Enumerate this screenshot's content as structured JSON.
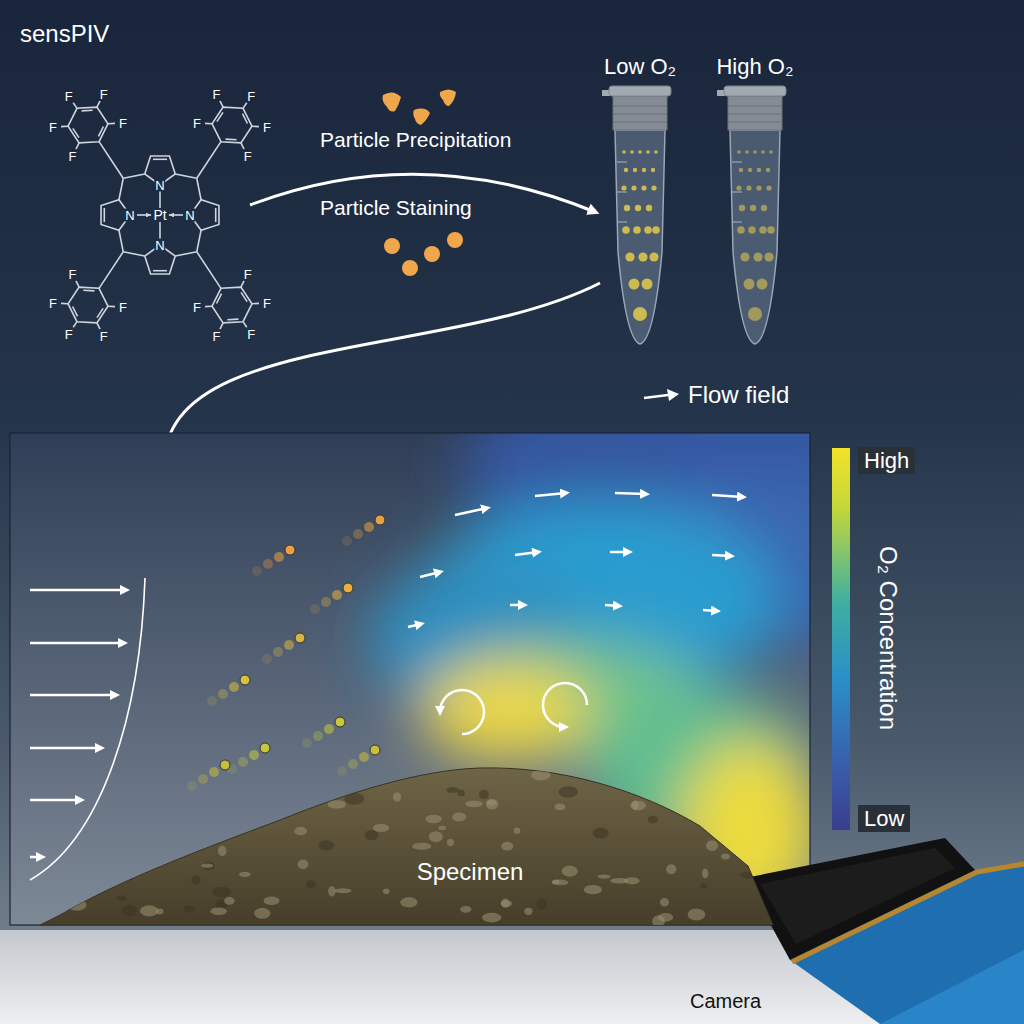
{
  "diagram": {
    "title": "sensPIV",
    "nodes": [
      {
        "text": [
          "Low O₂"
        ]
      },
      {
        "text": [
          "High O₂"
        ]
      },
      {
        "text": [
          "Specimen"
        ]
      }
    ],
    "labels": [
      "Particle Precipitation",
      "Particle Staining",
      "High",
      "O₂ Concentration",
      "Low",
      "Camera",
      "F",
      "F",
      "F",
      "F",
      "F",
      "F",
      "F",
      "F",
      "F",
      "F",
      "N",
      "N",
      "Pt",
      "N",
      "N",
      "F",
      "F",
      "F",
      "F",
      "F",
      "F",
      "F",
      "F",
      "F",
      "F"
    ],
    "legend": [
      {
        "text": "Flow field"
      }
    ]
  }
}
